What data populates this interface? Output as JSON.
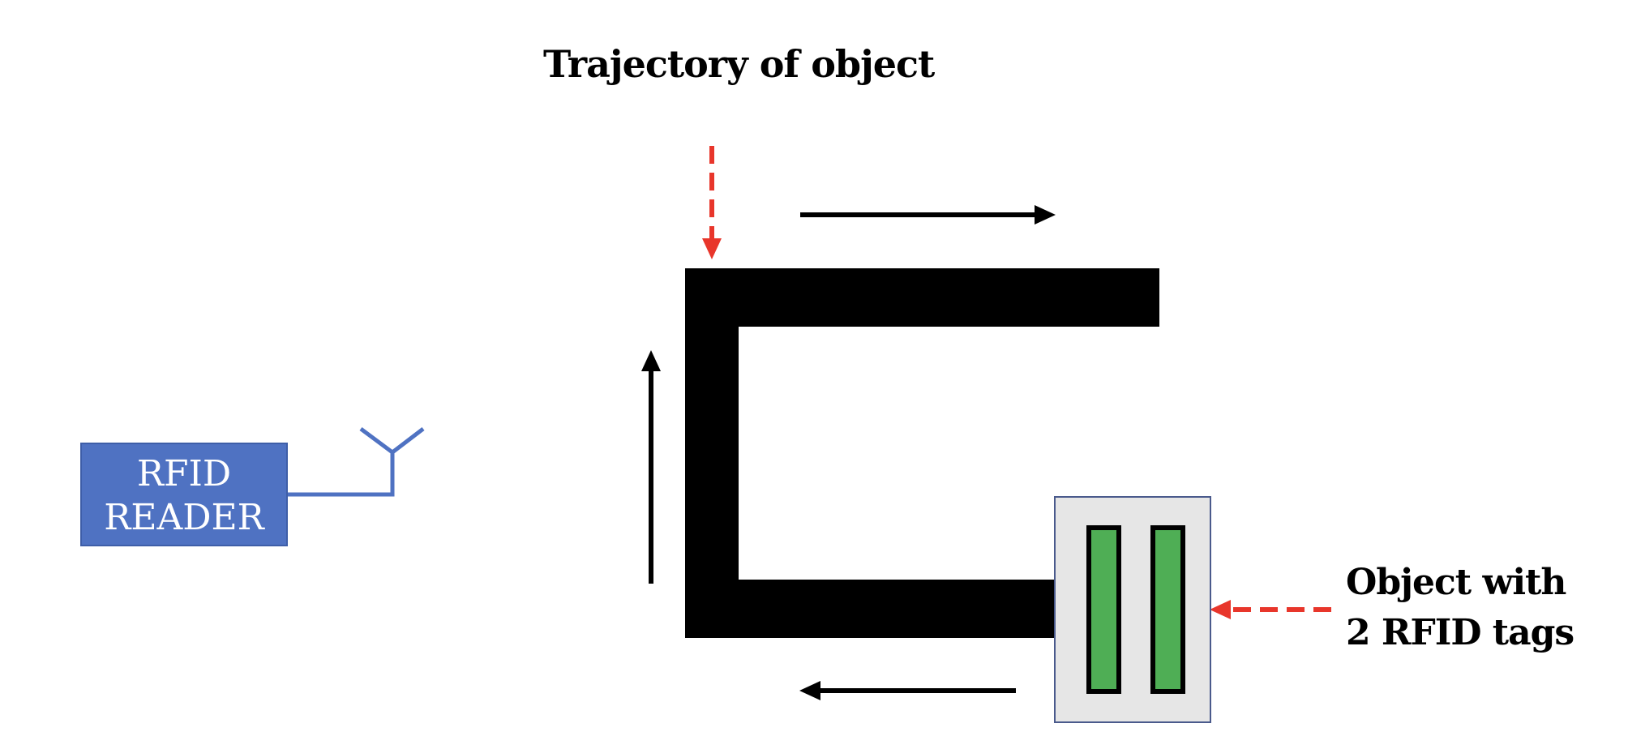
{
  "title_label": "Trajectory of object",
  "reader": {
    "line1": "RFID",
    "line2": "READER"
  },
  "object": {
    "line1": "Object with",
    "line2": "2 RFID tags",
    "tag_count": 2
  },
  "colors": {
    "track": "#000000",
    "reader_fill": "#4f72c2",
    "antenna": "#4f72c2",
    "pointer_arrow": "#e8362b",
    "object_fill": "#e6e6e6",
    "object_border": "#4a5a8c",
    "tag_fill": "#4fae55",
    "tag_border": "#000000",
    "motion_arrow": "#000000"
  },
  "icons": [
    "antenna-icon",
    "motion-arrow-right",
    "motion-arrow-up",
    "motion-arrow-left",
    "pointer-arrow-down",
    "pointer-arrow-left"
  ]
}
